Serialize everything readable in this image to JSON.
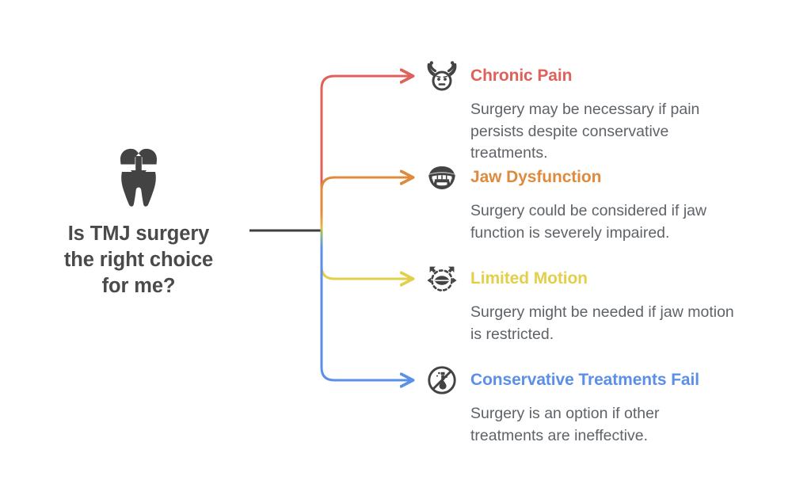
{
  "diagram": {
    "type": "mind-map",
    "background": "#ffffff",
    "root": {
      "title": "Is TMJ surgery the right choice for me?",
      "title_lines": [
        "Is TMJ surgery",
        "the right choice",
        "for me?"
      ],
      "icon": "tooth-down-arrow-icon",
      "text_color": "#4a4a4a",
      "stem_color": "#3c4043"
    },
    "branches": [
      {
        "id": "chronic-pain",
        "title": "Chronic Pain",
        "description": "Surgery may be necessary if pain persists despite conservative treatments.",
        "icon": "headache-face-icon",
        "color": "#e0605a",
        "connector_color": "#e0605a"
      },
      {
        "id": "jaw-dysfunction",
        "title": "Jaw Dysfunction",
        "description": "Surgery could be considered if jaw function is severely impaired.",
        "icon": "open-mouth-teeth-icon",
        "color": "#de8b3e",
        "connector_color": "#de8b3e"
      },
      {
        "id": "limited-motion",
        "title": "Limited Motion",
        "description": "Surgery might be needed if jaw motion is restricted.",
        "icon": "restricted-motion-arrows-icon",
        "color": "#e3cf4a",
        "connector_color": "#e3cf4a"
      },
      {
        "id": "conservative-treatments-fail",
        "title": "Conservative Treatments Fail",
        "description": "Surgery is an option if other treatments are ineffective.",
        "icon": "no-medication-icon",
        "color": "#5b8fe8",
        "connector_color": "#5b8fe8"
      }
    ],
    "palette": {
      "red": "#e0605a",
      "orange": "#de8b3e",
      "yellow": "#e3cf4a",
      "blue": "#5b8fe8",
      "dark_gray": "#3c4043",
      "body_gray": "#5f6368",
      "icon_gray": "#434343"
    }
  }
}
